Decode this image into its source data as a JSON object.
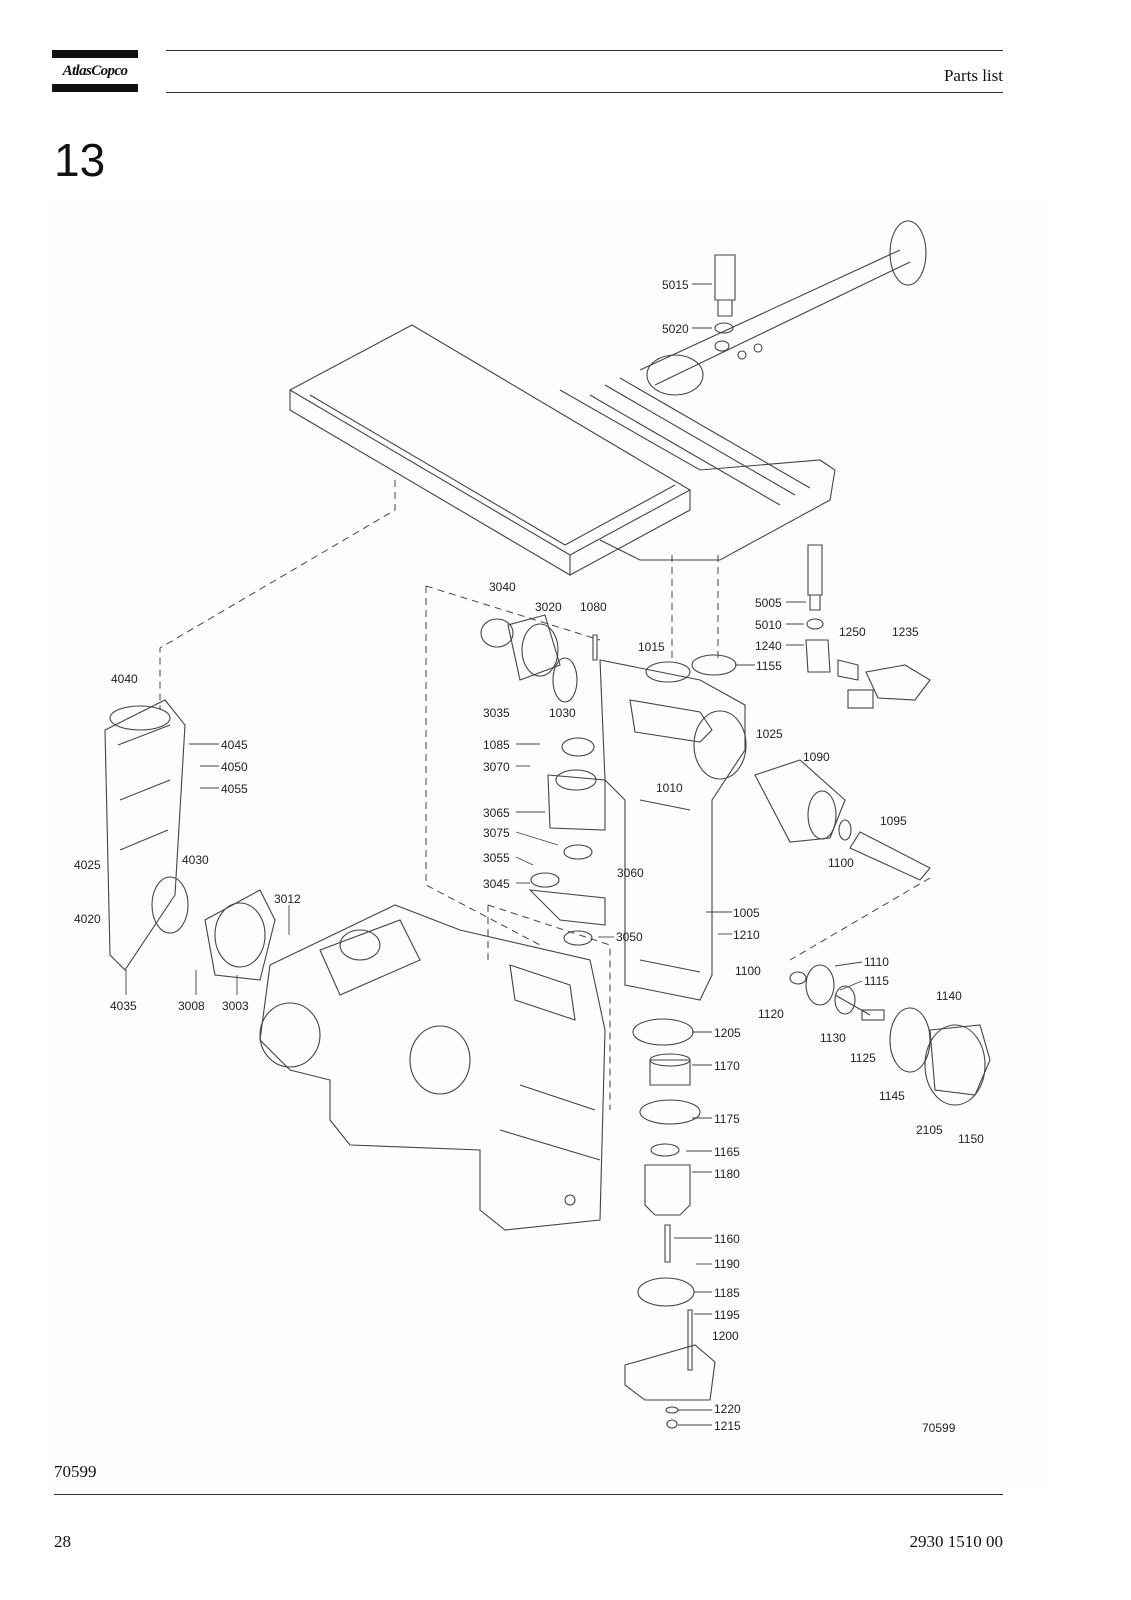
{
  "header": {
    "logo_text": "AtlasCopco",
    "section_title": "Parts list"
  },
  "chapter_number": "13",
  "figure": {
    "id_left": "70599",
    "id_right": "70599",
    "callouts": [
      "5015",
      "5020",
      "3040",
      "3020",
      "1080",
      "5005",
      "5010",
      "1250",
      "1235",
      "1240",
      "1155",
      "1015",
      "4040",
      "4045",
      "4050",
      "4055",
      "3035",
      "1030",
      "1085",
      "3070",
      "1025",
      "1090",
      "1010",
      "3065",
      "3075",
      "1095",
      "3055",
      "3060",
      "3045",
      "4025",
      "4030",
      "1100",
      "4020",
      "3012",
      "1005",
      "3050",
      "1210",
      "1110",
      "1100",
      "1115",
      "1140",
      "4035",
      "3008",
      "3003",
      "1120",
      "1205",
      "1130",
      "1125",
      "1170",
      "1145",
      "1175",
      "2105",
      "1150",
      "1165",
      "1180",
      "1160",
      "1190",
      "1185",
      "1195",
      "1200",
      "1220",
      "1215"
    ]
  },
  "footer": {
    "page_number": "28",
    "document_number": "2930 1510 00"
  }
}
